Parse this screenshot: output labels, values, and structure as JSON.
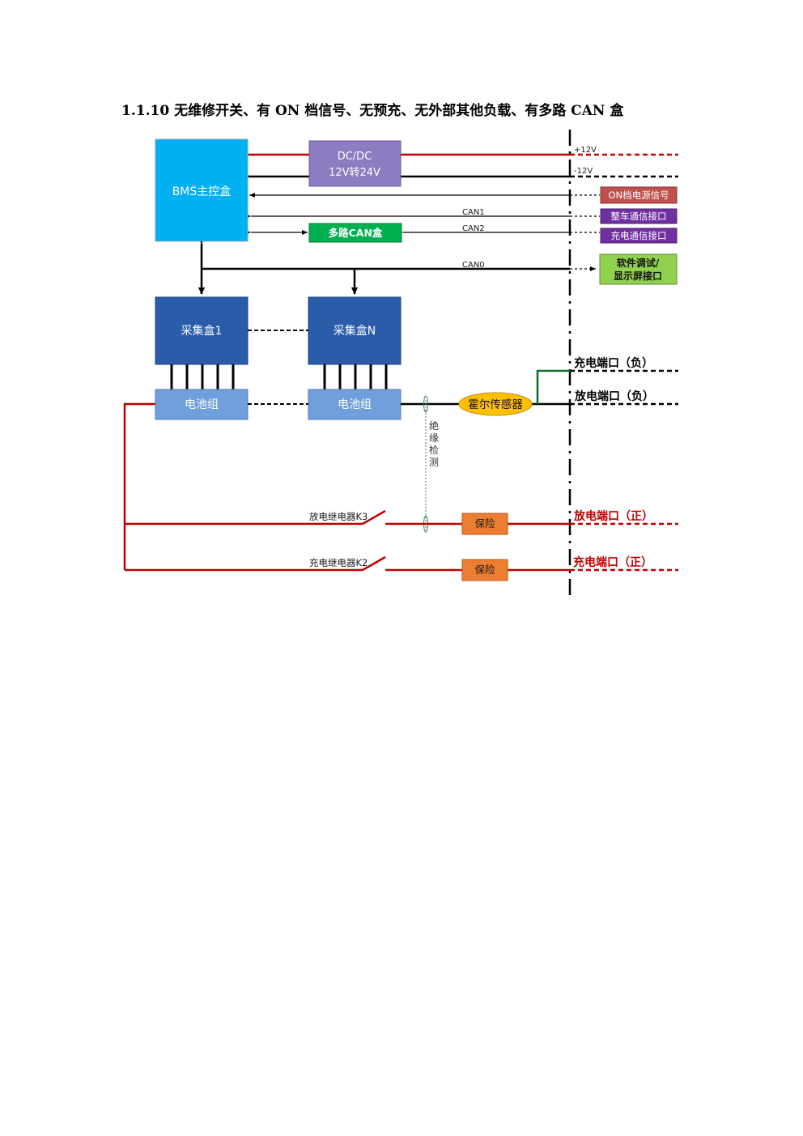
{
  "heading": "1.1.10 无维修开关、有 ON 档信号、无预充、无外部其他负载、有多路 CAN 盒",
  "boxes": {
    "bms": "BMS主控盒",
    "dcdc_line1": "DC/DC",
    "dcdc_line2": "12V转24V",
    "multi_can": "多路CAN盒",
    "collector1": "采集盒1",
    "collectorN": "采集盒N",
    "battery1": "电池组",
    "batteryN": "电池组",
    "hall_sensor": "霍尔传感器",
    "fuse1": "保险",
    "fuse2": "保险"
  },
  "line_labels": {
    "plus12v": "+12V",
    "minus12v": "-12V",
    "can1": "CAN1",
    "can2": "CAN2",
    "can0": "CAN0",
    "insulation": [
      "绝",
      "缘",
      "检",
      "测"
    ],
    "relay_k3": "放电继电器K3",
    "relay_k2": "充电继电器K2"
  },
  "interfaces": {
    "on_signal": "ON档电源信号",
    "vehicle_comm": "整车通信接口",
    "charge_comm": "充电通信接口",
    "debug_line1": "软件调试/",
    "debug_line2": "显示屏接口"
  },
  "ports": {
    "charge_neg": "充电端口（负）",
    "discharge_neg": "放电端口（负）",
    "discharge_pos": "放电端口（正）",
    "charge_pos": "充电端口（正）"
  },
  "colors": {
    "bms": "#00b0f0",
    "dcdc": "#8e7cc3",
    "multi_can": "#00b050",
    "collector": "#2a5caa",
    "battery": "#6f9fdc",
    "hall": "#ffc000",
    "fuse": "#ed7d31",
    "on_tag": "#c0504d",
    "comm_tag": "#7030a0",
    "debug_tag": "#92d050",
    "red_line": "#c00000",
    "green_line": "#0d6b2c"
  }
}
